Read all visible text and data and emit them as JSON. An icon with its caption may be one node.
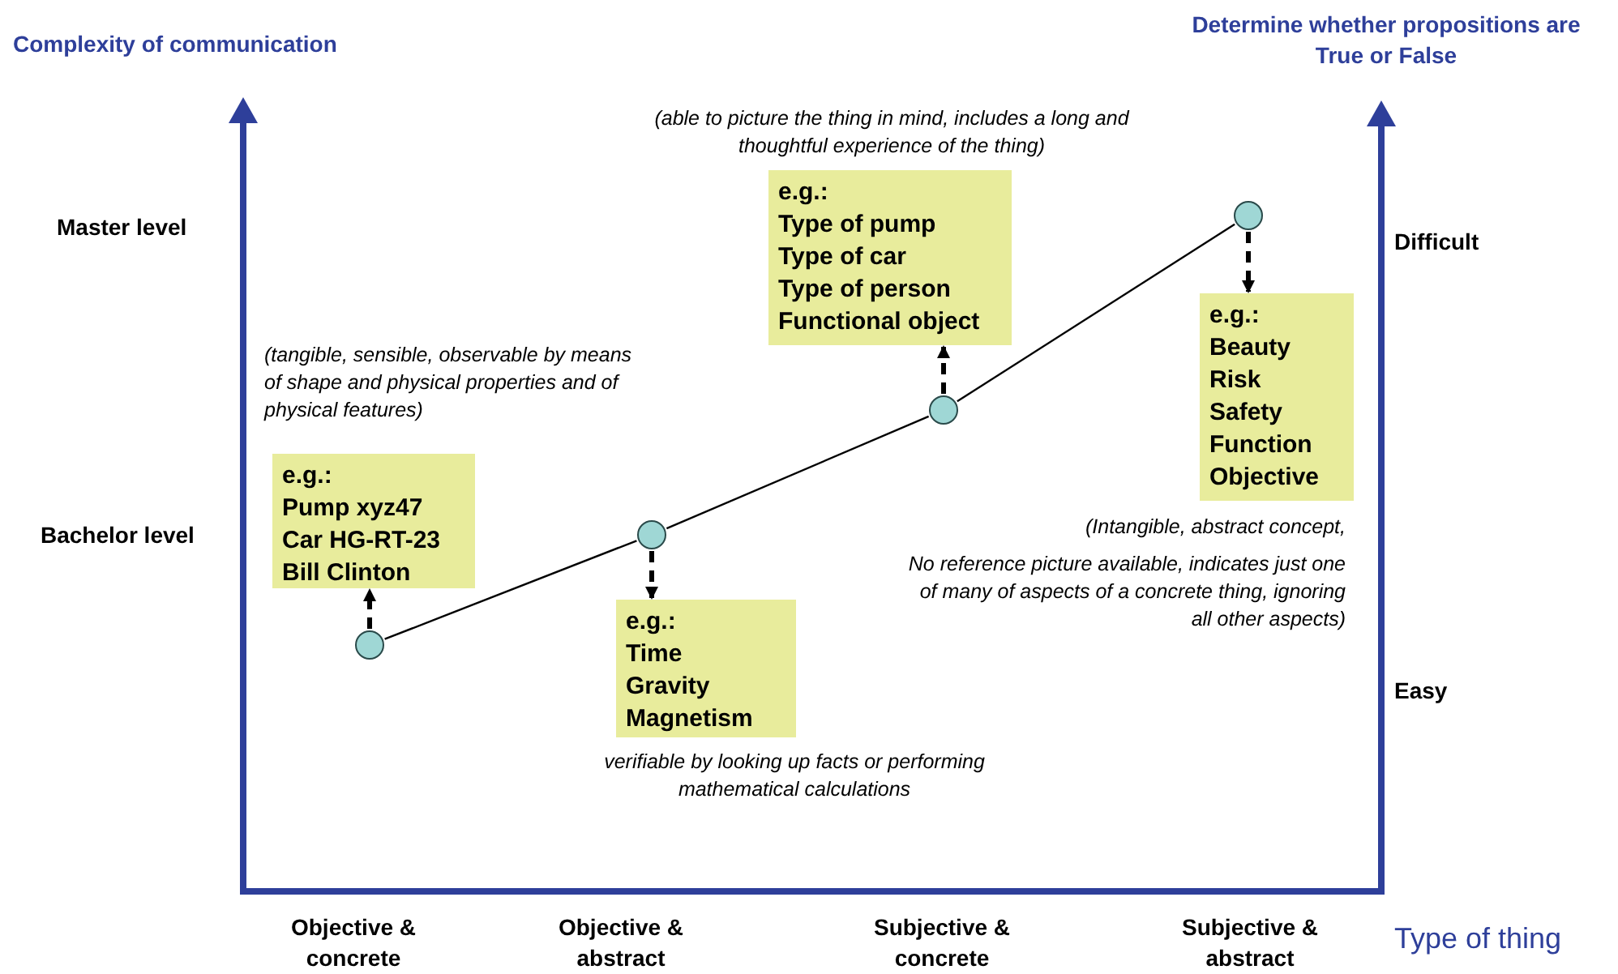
{
  "diagram": {
    "nodes": [
      {
        "text": [],
        "shape": "circle"
      },
      {
        "text": [],
        "shape": "circle"
      },
      {
        "text": [],
        "shape": "circle"
      },
      {
        "text": [],
        "shape": "circle"
      },
      {
        "text": [
          "e.g.:",
          "Pump xyz47",
          "Car HG-RT-23",
          "Bill Clinton"
        ],
        "beside": [
          "(tangible, sensible, observable by means of shape and physical properties and of physical features)"
        ]
      },
      {
        "text": [
          "e.g.:",
          "Time",
          "Gravity",
          "Magnetism"
        ],
        "beside": [
          "verifiable by looking up facts or performing mathematical calculations"
        ]
      },
      {
        "text": [
          "e.g.:",
          "Type of pump",
          "Type of car",
          "Type of person",
          "Functional object"
        ],
        "beside": [
          "(able to picture the thing in mind, includes a long and thoughtful experience of the thing)"
        ]
      },
      {
        "text": [
          "e.g.:",
          "Beauty",
          "Risk",
          "Safety",
          "Function",
          "Objective"
        ],
        "beside": [
          "(Intangible, abstract concept,",
          "No reference picture available, indicates just one of many of aspects of a concrete thing, ignoring all other aspects)"
        ]
      }
    ],
    "edges": [
      {
        "from": 0,
        "to": 1,
        "arrow": "none"
      },
      {
        "from": 1,
        "to": 2,
        "arrow": "none"
      },
      {
        "from": 2,
        "to": 3,
        "arrow": "none"
      },
      {
        "from": 0,
        "to": 4,
        "arrow": "to",
        "style": "dashed"
      },
      {
        "from": 1,
        "to": 5,
        "arrow": "to",
        "style": "dashed"
      },
      {
        "from": 2,
        "to": 6,
        "arrow": "to",
        "style": "dashed"
      },
      {
        "from": 3,
        "to": 7,
        "arrow": "to",
        "style": "dashed"
      }
    ],
    "labels": [
      "Complexity of communication",
      "Determine whether propositions are True or False",
      "Master level",
      "Difficult",
      "Bachelor level",
      "Easy",
      "Objective & concrete",
      "Objective & abstract",
      "Subjective & concrete",
      "Subjective & abstract",
      "Type of thing"
    ]
  }
}
